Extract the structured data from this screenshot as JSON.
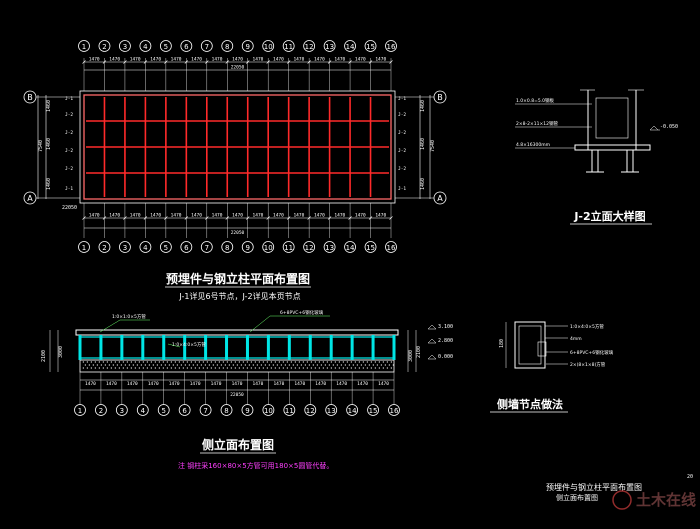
{
  "colors": {
    "background": "#000000",
    "line": "#ffffff",
    "red_grid": "#ff2a2a",
    "red_outline": "#ff6a6a",
    "cyan": "#00e5e5",
    "green": "#6aff6a",
    "magenta": "#ff40ff",
    "yellow": "#ffff00"
  },
  "plan": {
    "title": "预埋件与钢立柱平面布置图",
    "note": "J-1详见6号节点，J-2详见本页节点",
    "top_axis_labels": [
      "1",
      "2",
      "3",
      "4",
      "5",
      "6",
      "7",
      "8",
      "9",
      "10",
      "11",
      "12",
      "13",
      "14",
      "15",
      "16"
    ],
    "bottom_axis_labels": [
      "1",
      "2",
      "3",
      "4",
      "5",
      "6",
      "7",
      "8",
      "9",
      "10",
      "11",
      "12",
      "13",
      "14",
      "15",
      "16"
    ],
    "row_labels": [
      "B",
      "A"
    ],
    "bay_dim": "1470",
    "total_dim": "22050",
    "left_dims": [
      "1460",
      "1460",
      "1460"
    ],
    "left_total": "7540",
    "right_dims": [
      "1460",
      "1460",
      "1460"
    ],
    "right_total": "7540",
    "right_markers": [
      "J-1",
      "J-2",
      "J-2",
      "J-2",
      "J-2",
      "J-1"
    ],
    "left_markers": [
      "J-1",
      "J-2",
      "J-2",
      "J-2",
      "J-2",
      "J-1"
    ],
    "corner_dim": "22050"
  },
  "detail_j2": {
    "title": "J-2立面大样图",
    "callouts": [
      "1.0×0.8=5.0钢板",
      "2×8-2×11×12钢管",
      "4.8×16300mm"
    ],
    "elev": "-0.050"
  },
  "elevation": {
    "title": "侧立面布置图",
    "note": "注   钢柱采160×80×5方管可用180×5圆管代替。",
    "callout_left": "1:0×1:0×5方管",
    "callout_top": "6+8PVC+6钢化玻璃",
    "callout_mid": "1:0×4:0×5方管",
    "left_dims": [
      "2100",
      "3000"
    ],
    "right_levels": [
      "3.100",
      "2.800",
      "0.000"
    ],
    "right_dims": [
      "3000",
      "2100"
    ],
    "bottom_bay": "1470",
    "bottom_total": "22050",
    "axis_labels": [
      "1",
      "2",
      "3",
      "4",
      "5",
      "6",
      "7",
      "8",
      "9",
      "10",
      "11",
      "12",
      "13",
      "14",
      "15",
      "16"
    ]
  },
  "side_wall": {
    "title": "侧墙节点做法",
    "callouts": [
      "1:0×4:0×5方管",
      "4mm",
      "6+8PVC+6钢化玻璃",
      "2×(8×1×8)方管"
    ],
    "dim": "180"
  },
  "watermark": {
    "lines": [
      "预埋件与钢立柱平面布置图",
      "侧立面布置图"
    ],
    "logo_text": "土木在线",
    "corner_code": "20"
  }
}
